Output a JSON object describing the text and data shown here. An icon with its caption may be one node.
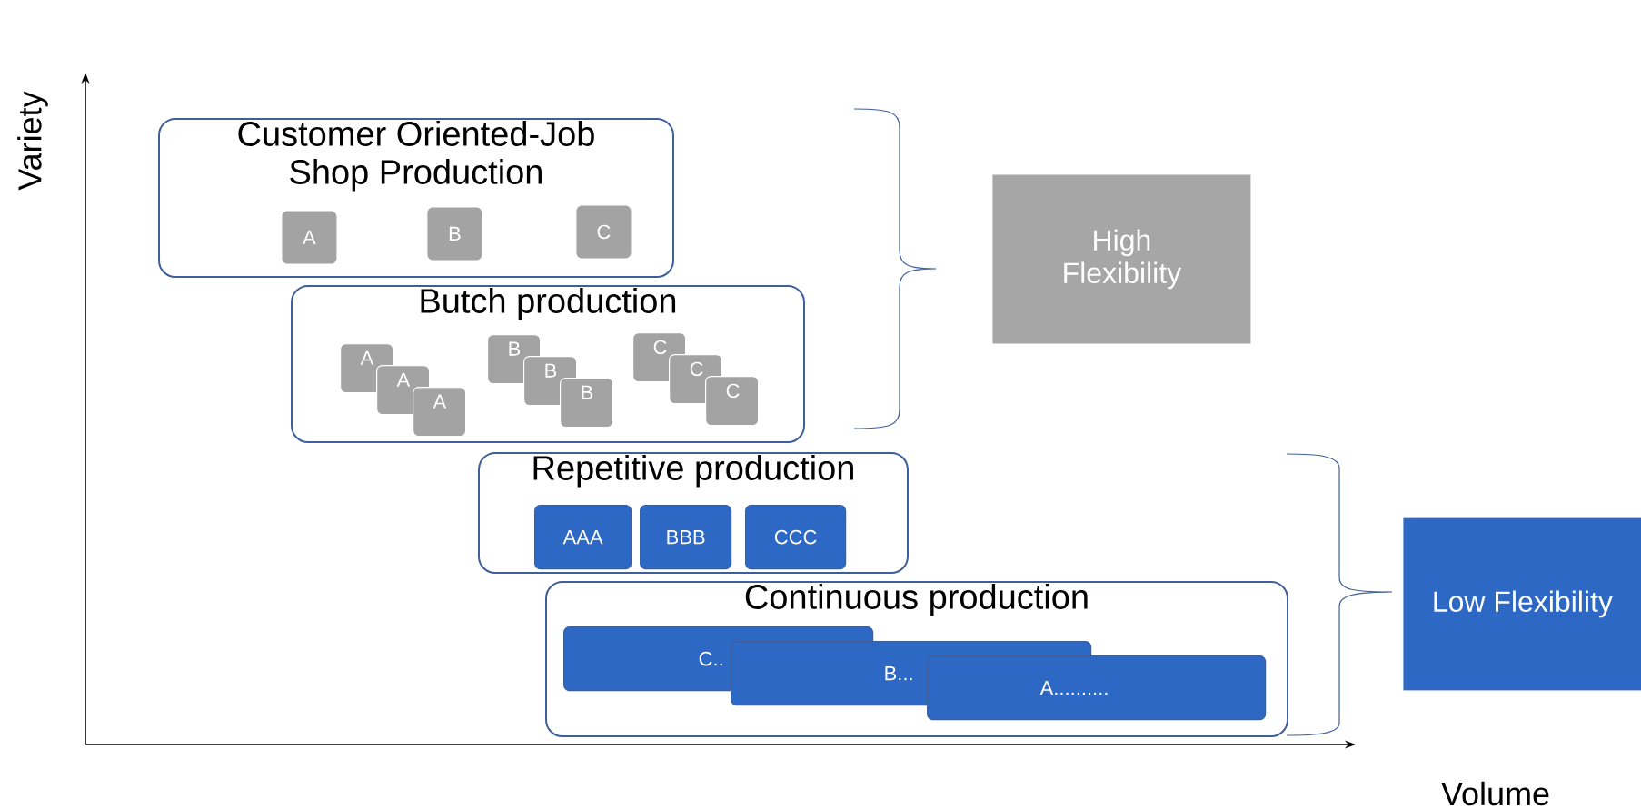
{
  "diagram": {
    "nodes": [
      {
        "text": [
          "Customer Oriented-Job Shop Production"
        ]
      },
      {
        "text": [
          "A"
        ],
        "in": 0
      },
      {
        "text": [
          "B"
        ],
        "in": 0
      },
      {
        "text": [
          "C"
        ],
        "in": 0
      },
      {
        "text": [
          "Butch production"
        ]
      },
      {
        "text": [
          "A"
        ],
        "in": 4
      },
      {
        "text": [
          "A"
        ],
        "in": 4
      },
      {
        "text": [
          "A"
        ],
        "in": 4
      },
      {
        "text": [
          "B"
        ],
        "in": 4
      },
      {
        "text": [
          "B"
        ],
        "in": 4
      },
      {
        "text": [
          "B"
        ],
        "in": 4
      },
      {
        "text": [
          "C"
        ],
        "in": 4
      },
      {
        "text": [
          "C"
        ],
        "in": 4
      },
      {
        "text": [
          "C"
        ],
        "in": 4
      },
      {
        "text": [
          "Repetitive production"
        ]
      },
      {
        "text": [
          "AAA"
        ],
        "in": 14
      },
      {
        "text": [
          "BBB"
        ],
        "in": 14
      },
      {
        "text": [
          "CCC"
        ],
        "in": 14
      },
      {
        "text": [
          "Continuous production"
        ]
      },
      {
        "text": [
          "C.."
        ],
        "in": 18
      },
      {
        "text": [
          "B..."
        ],
        "in": 18
      },
      {
        "text": [
          "A.........."
        ],
        "in": 18
      },
      {
        "text": [
          "High Flexibility"
        ]
      },
      {
        "text": [
          "Low Flexibility"
        ]
      }
    ],
    "labels": [
      "Variety",
      "Volume"
    ]
  }
}
